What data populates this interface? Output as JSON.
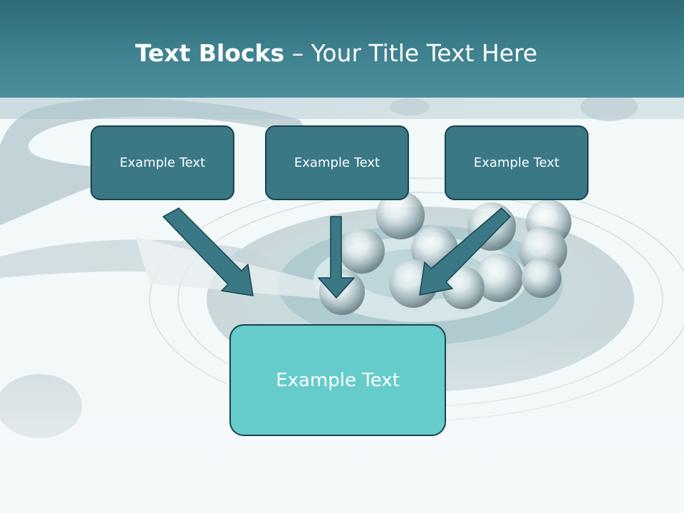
{
  "slide": {
    "title_bold": "Text Blocks",
    "title_separator": " – ",
    "title_rest": "Your Title Text Here"
  },
  "blocks": {
    "top": [
      {
        "label": "Example Text"
      },
      {
        "label": "Example Text"
      },
      {
        "label": "Example Text"
      }
    ],
    "result": {
      "label": "Example Text"
    }
  },
  "colors": {
    "header": "#3f8290",
    "box_fill": "#3a7886",
    "box_border": "#17434d",
    "result_fill": "#65cccb",
    "arrow_fill": "#3a7886"
  }
}
